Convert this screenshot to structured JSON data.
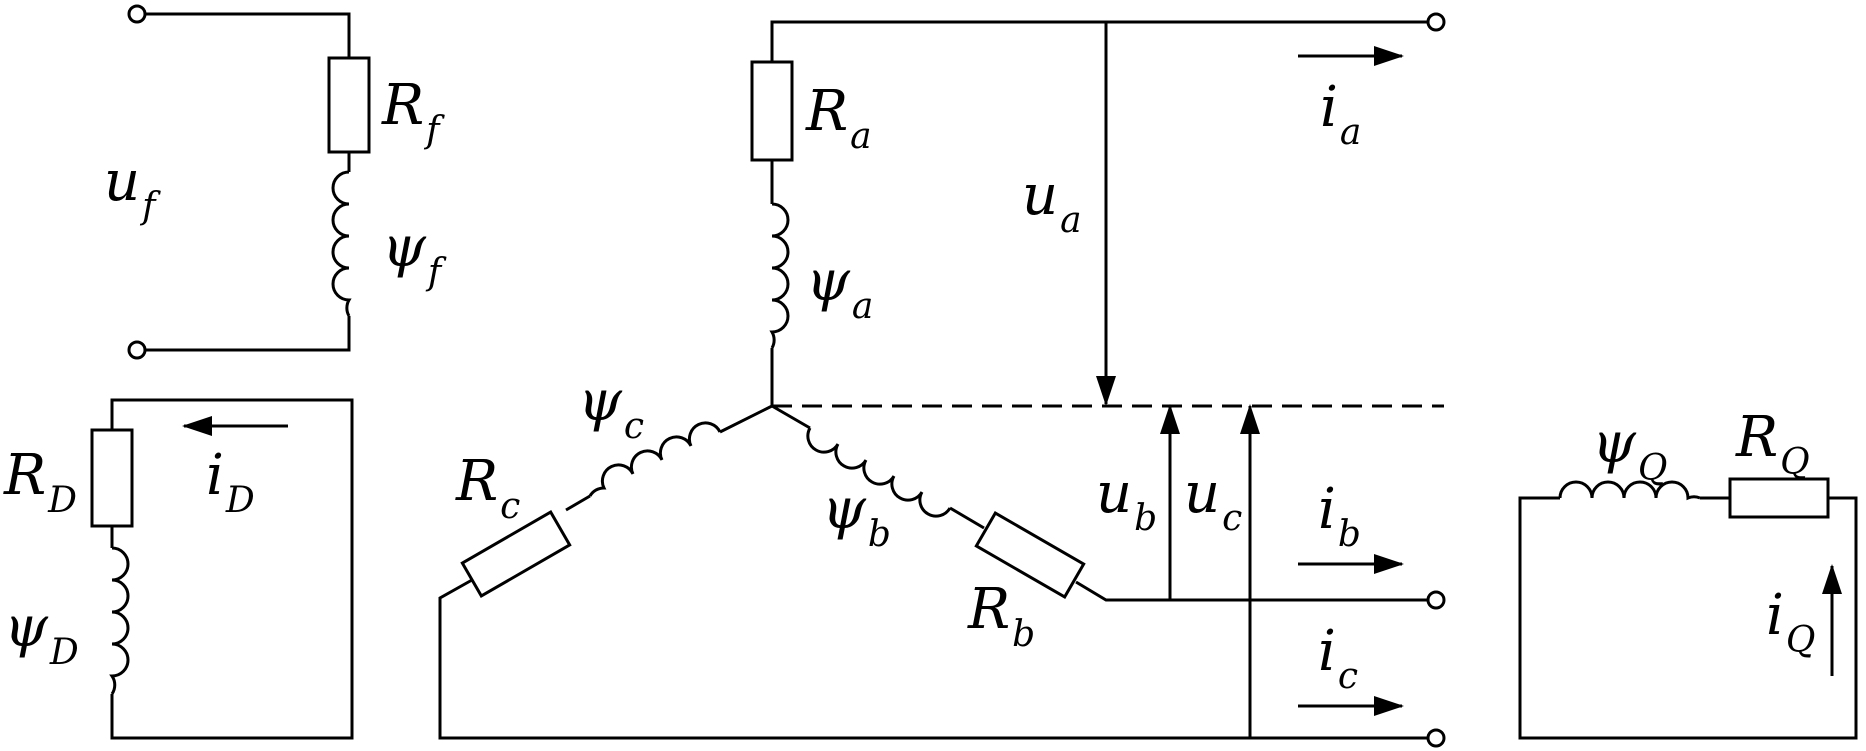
{
  "labels": {
    "Rf": {
      "main": "R",
      "sub": "f"
    },
    "uf": {
      "main": "u",
      "sub": "f"
    },
    "psif": {
      "main": "ψ",
      "sub": "f"
    },
    "Ra": {
      "main": "R",
      "sub": "a"
    },
    "psia": {
      "main": "ψ",
      "sub": "a"
    },
    "ua": {
      "main": "u",
      "sub": "a"
    },
    "ia": {
      "main": "i",
      "sub": "a"
    },
    "RD": {
      "main": "R",
      "sub": "D"
    },
    "iD": {
      "main": "i",
      "sub": "D"
    },
    "psiD": {
      "main": "ψ",
      "sub": "D"
    },
    "psic": {
      "main": "ψ",
      "sub": "c"
    },
    "Rc": {
      "main": "R",
      "sub": "c"
    },
    "psib": {
      "main": "ψ",
      "sub": "b"
    },
    "Rb": {
      "main": "R",
      "sub": "b"
    },
    "ub": {
      "main": "u",
      "sub": "b"
    },
    "uc": {
      "main": "u",
      "sub": "c"
    },
    "ib": {
      "main": "i",
      "sub": "b"
    },
    "ic": {
      "main": "i",
      "sub": "c"
    },
    "psiQ": {
      "main": "ψ",
      "sub": "Q"
    },
    "RQ": {
      "main": "R",
      "sub": "Q"
    },
    "iQ": {
      "main": "i",
      "sub": "Q"
    }
  }
}
